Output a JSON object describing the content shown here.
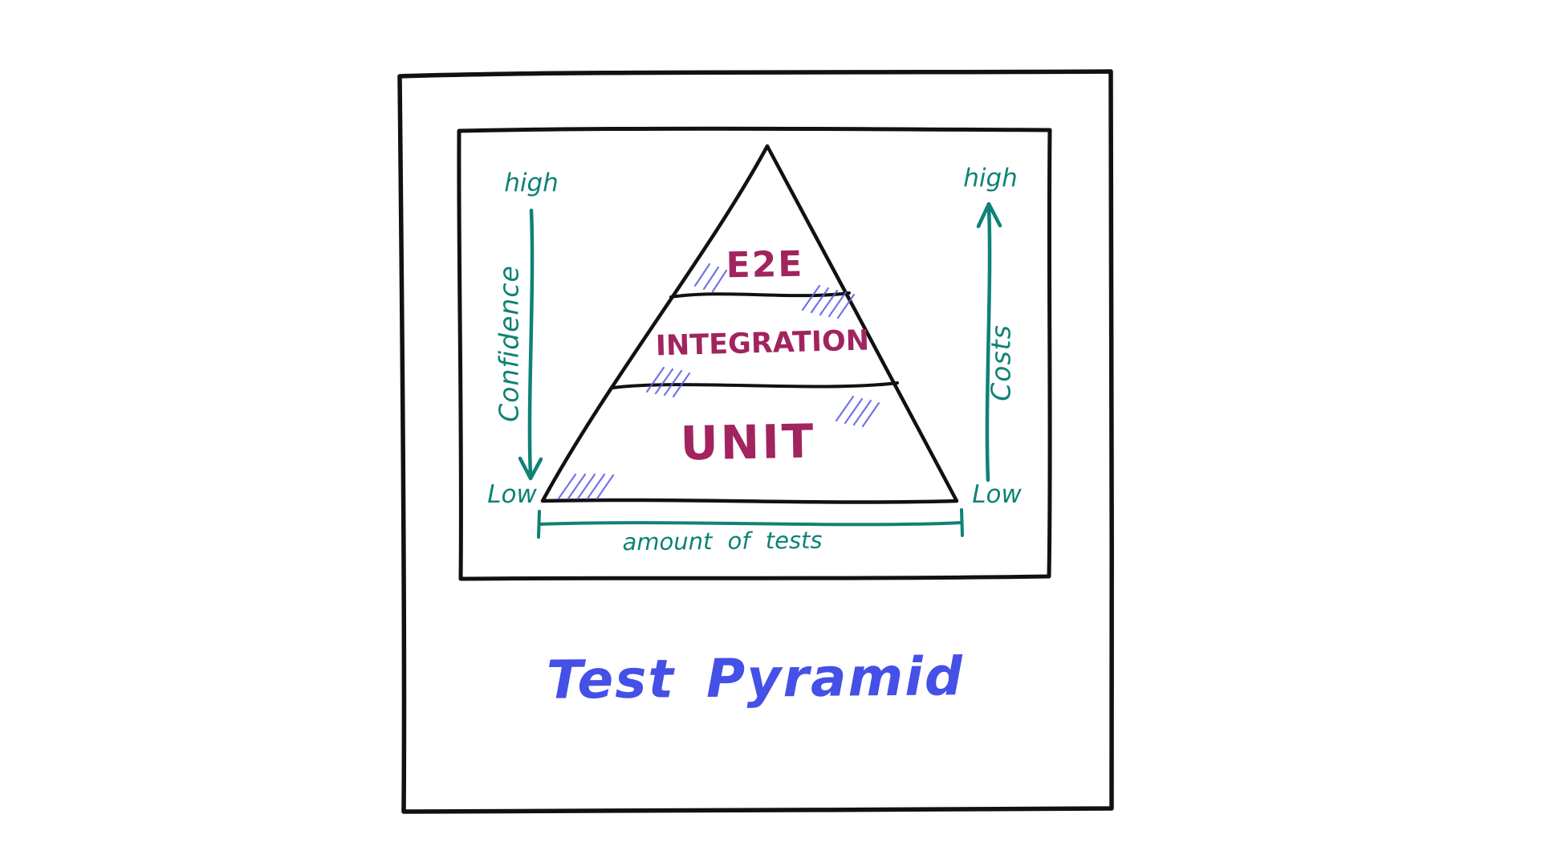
{
  "title": "Test Pyramid",
  "pyramid": {
    "levels": [
      {
        "label": "E2E"
      },
      {
        "label": "INTEGRATION"
      },
      {
        "label": "UNIT"
      }
    ],
    "x_axis_label": "amount of tests"
  },
  "confidence_axis": {
    "high": "high",
    "low": "Low",
    "label": "Confidence",
    "direction": "down"
  },
  "costs_axis": {
    "high": "high",
    "low": "Low",
    "label": "Costs",
    "direction": "up"
  },
  "colors": {
    "ink": "#111111",
    "teal": "#0e8276",
    "maroon": "#a1245f",
    "title_blue": "#4450e6",
    "hatch_blue": "#5b5ce0"
  }
}
